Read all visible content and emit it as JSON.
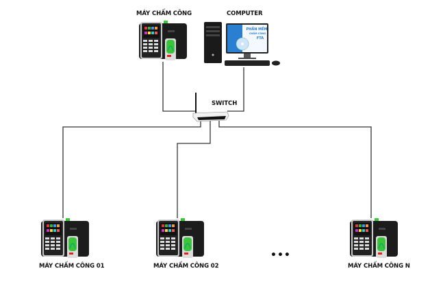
{
  "diagram": {
    "nodes": {
      "top_machine": {
        "label": "MÁY CHẤM CÔNG",
        "icon": "time-attendance-machine-icon"
      },
      "computer": {
        "label": "COMPUTER",
        "icon": "desktop-computer-icon",
        "screen_text": [
          "PHẦN MỀM",
          "CHẤM CÔNG",
          "FTA"
        ]
      },
      "switch": {
        "label": "SWITCH",
        "icon": "network-switch-icon"
      },
      "machine_01": {
        "label": "MÁY CHẤM CÔNG 01",
        "icon": "time-attendance-machine-icon"
      },
      "machine_02": {
        "label": "MÁY CHẤM CÔNG 02",
        "icon": "time-attendance-machine-icon"
      },
      "machine_n": {
        "label": "MÁY CHẤM CÔNG N",
        "icon": "time-attendance-machine-icon"
      }
    },
    "ellipsis": "•••",
    "edges": [
      {
        "from": "top_machine",
        "to": "switch"
      },
      {
        "from": "computer",
        "to": "switch"
      },
      {
        "from": "switch",
        "to": "machine_01"
      },
      {
        "from": "switch",
        "to": "machine_02"
      },
      {
        "from": "switch",
        "to": "machine_n"
      }
    ],
    "colors": {
      "wire": "#333333",
      "device_body": "#1c1c1c",
      "fingerprint": "#3cc43c",
      "screen_bg": "#2a7fd0"
    }
  }
}
